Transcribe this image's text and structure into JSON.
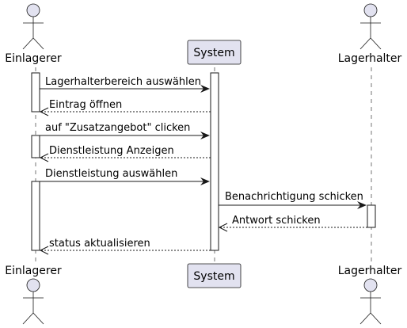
{
  "participants": {
    "einlagerer": "Einlagerer",
    "system": "System",
    "lagerhalter": "Lagerhalter"
  },
  "messages": [
    {
      "from": "einlagerer",
      "to": "system",
      "kind": "sync",
      "text": "Lagerhalterbereich auswählen"
    },
    {
      "from": "system",
      "to": "einlagerer",
      "kind": "reply",
      "text": "Eintrag öffnen"
    },
    {
      "from": "einlagerer",
      "to": "system",
      "kind": "sync",
      "text": "auf \"Zusatzangebot\" clicken"
    },
    {
      "from": "system",
      "to": "einlagerer",
      "kind": "reply",
      "text": "Dienstleistung Anzeigen"
    },
    {
      "from": "einlagerer",
      "to": "system",
      "kind": "sync",
      "text": "Dienstleistung auswählen"
    },
    {
      "from": "system",
      "to": "lagerhalter",
      "kind": "sync",
      "text": "Benachrichtigung schicken"
    },
    {
      "from": "lagerhalter",
      "to": "system",
      "kind": "reply",
      "text": "Antwort schicken"
    },
    {
      "from": "system",
      "to": "einlagerer",
      "kind": "reply",
      "text": "status aktualisieren"
    }
  ],
  "colors": {
    "participant_fill": "#e2e2f0",
    "participant_stroke": "#181818",
    "lifeline": "#181818"
  }
}
